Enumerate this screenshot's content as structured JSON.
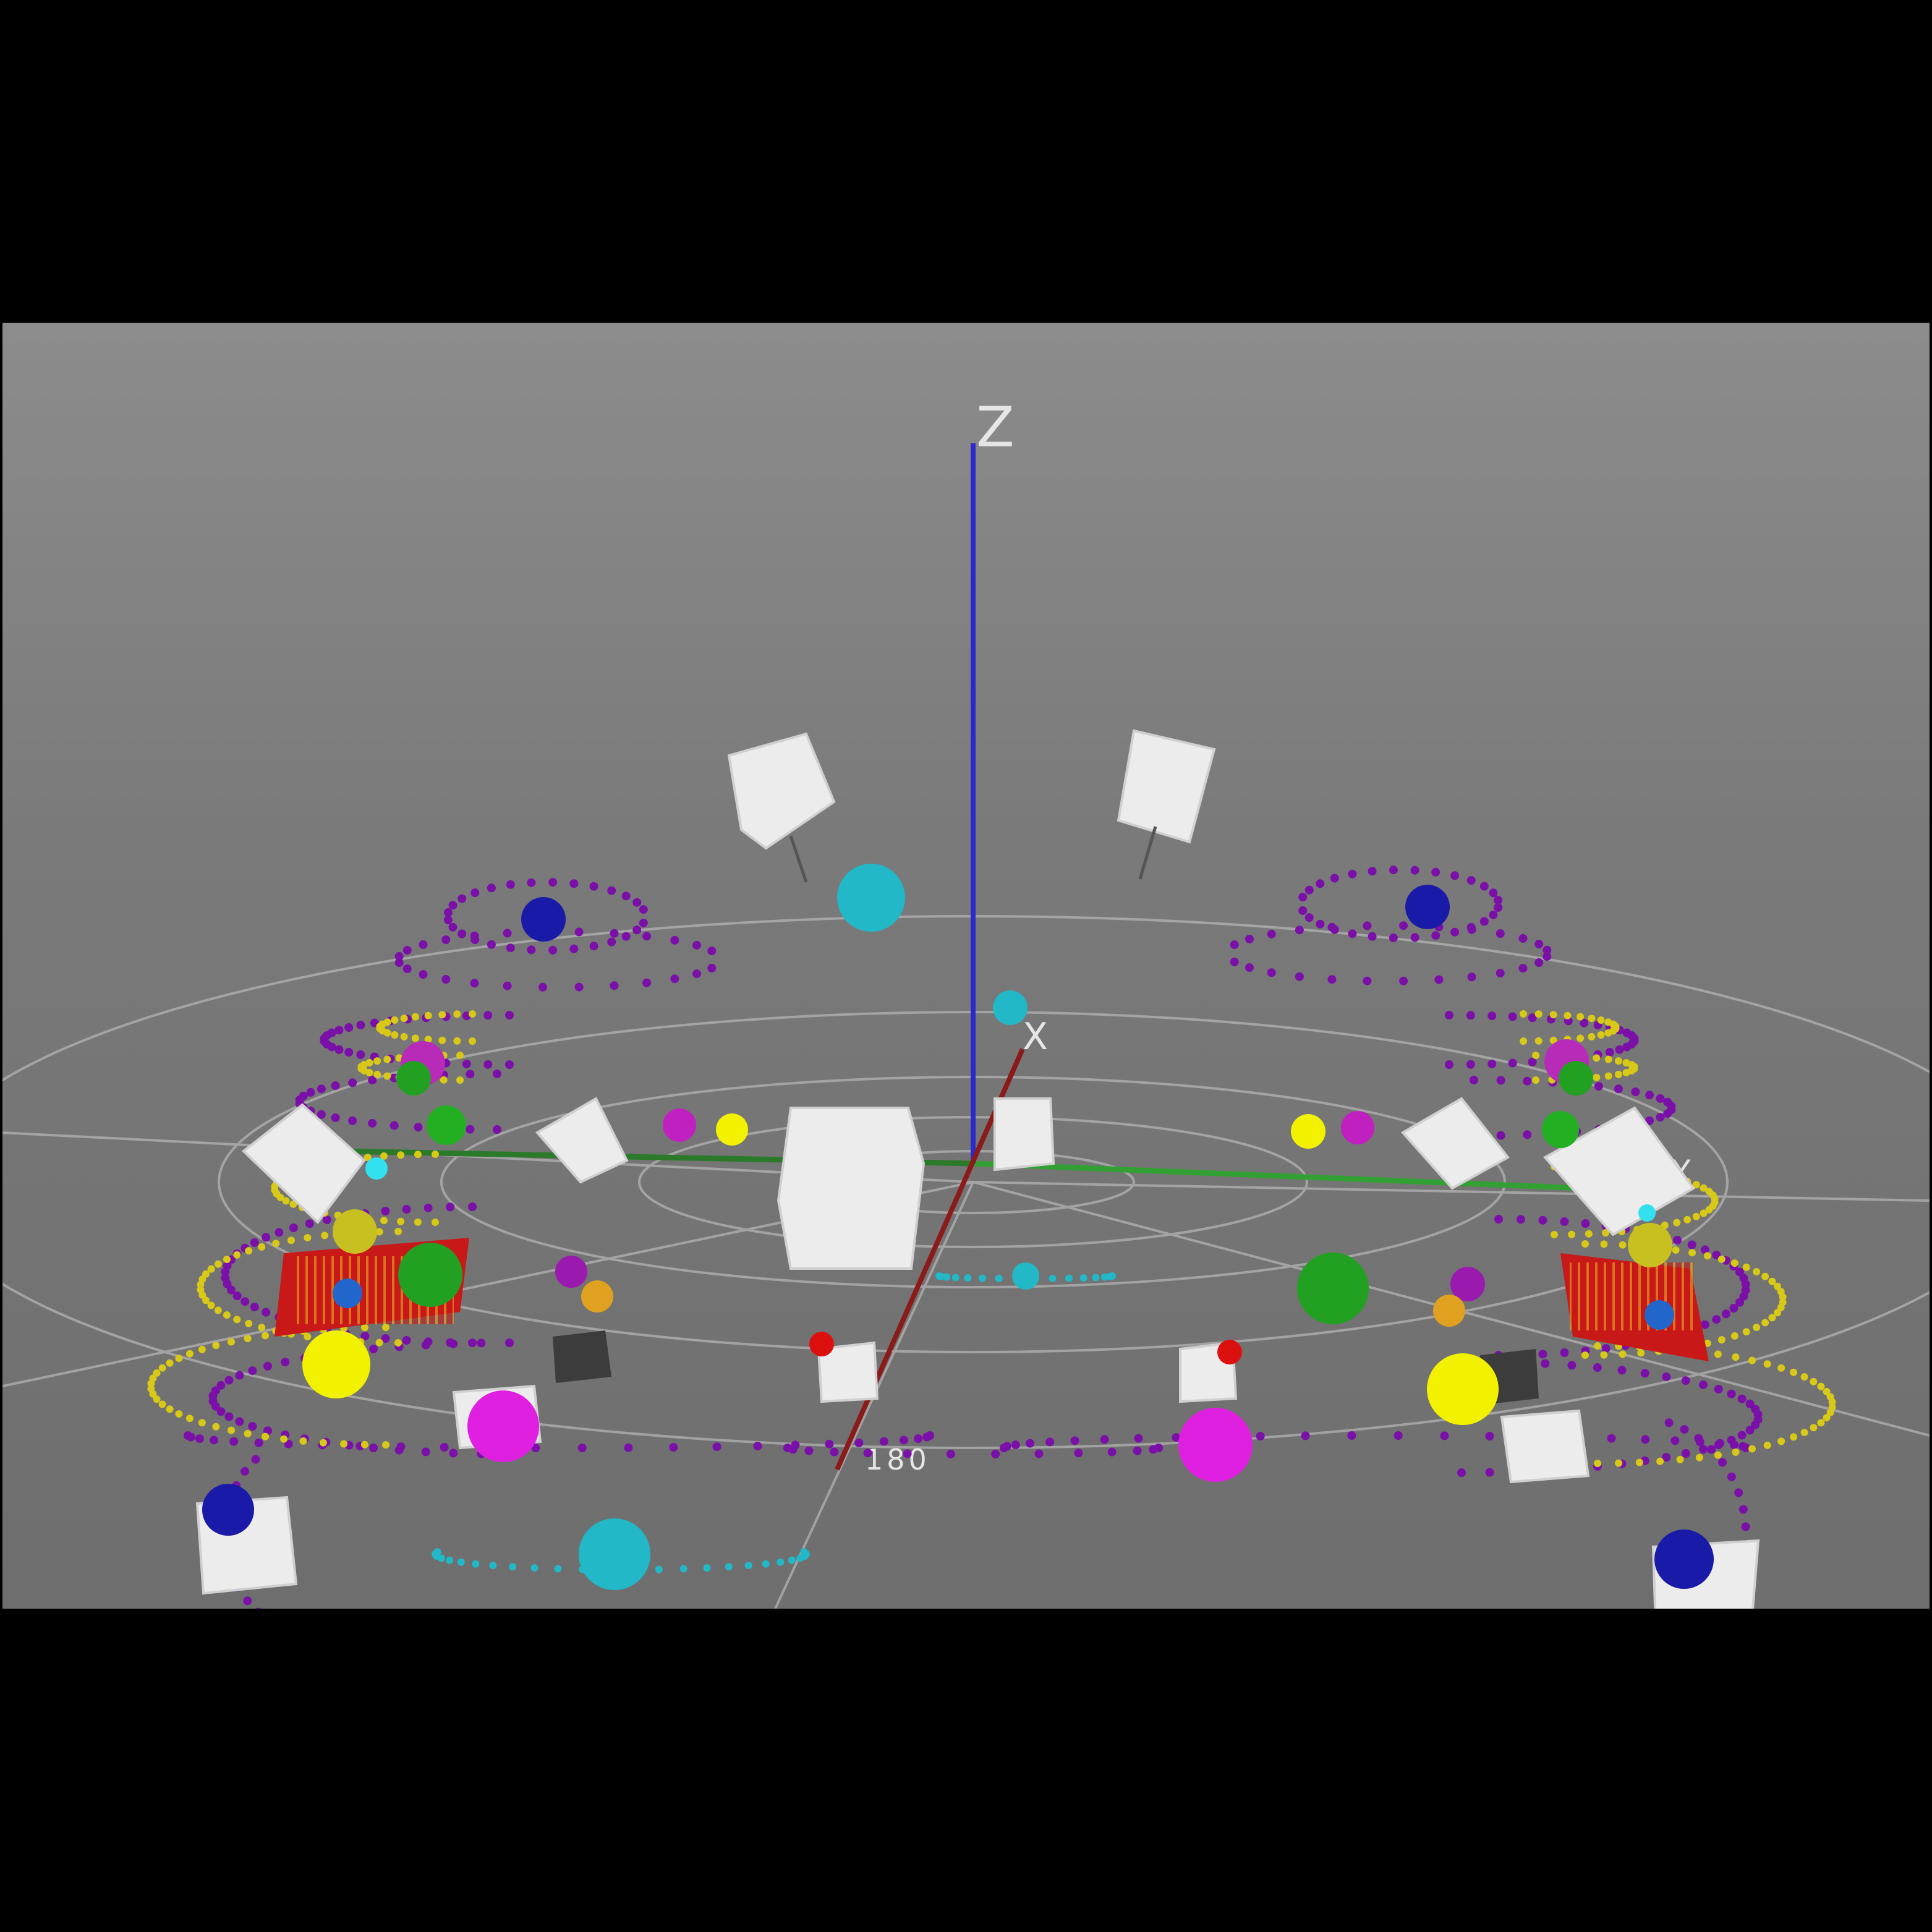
{
  "viewport": {
    "axes": {
      "x_label": "X",
      "y_label": "Y",
      "z_label": "Z",
      "x_color": "#8b1a1a",
      "y_color": "#2a8a2a",
      "z_color": "#2a2acc"
    },
    "grid": {
      "label": "180",
      "color": "#b8b8b8"
    },
    "background": {
      "top": "#8c8c8c",
      "bottom": "#6e6e6e"
    },
    "object_colors": {
      "cube": "#ececec",
      "cyan_sphere": "#22b8c8",
      "magenta_sphere": "#e020e0",
      "yellow_sphere": "#f2f200",
      "green_sphere": "#22a022",
      "blue_sphere": "#1a1aa8",
      "red_sphere": "#dd1010",
      "purple_dot": "#7a10a8",
      "yellow_dot": "#d8c818",
      "red_panel": "#c81818"
    }
  }
}
